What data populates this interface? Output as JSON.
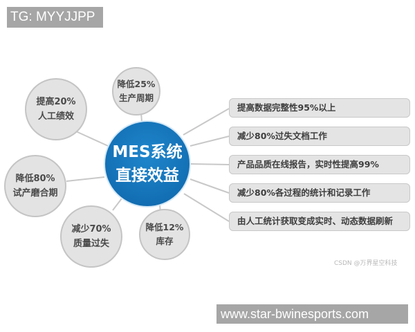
{
  "watermark_top": "TG: MYYJJPP",
  "center": {
    "line1": "MES系统",
    "line2": "直接效益"
  },
  "bubbles": [
    {
      "line1": "提高20%",
      "line2": "人工绩效"
    },
    {
      "line1": "降低25%",
      "line2": "生产周期"
    },
    {
      "line1": "降低80%",
      "line2": "试产磨合期"
    },
    {
      "line1": "减少70%",
      "line2": "质量过失"
    },
    {
      "line1": "降低12%",
      "line2": "库存"
    }
  ],
  "boxes": [
    {
      "label": "提高数据完整性95%以上"
    },
    {
      "label": "减少80%过失文档工作"
    },
    {
      "label": "产品品质在线报告，实时性提高99%"
    },
    {
      "label": "减少80%各过程的统计和记录工作"
    },
    {
      "label": "由人工统计获取变成实时、动态数据刷新"
    }
  ],
  "credit": "CSDN @万界星空科技",
  "watermark_bottom": "www.star-bwinesports.com",
  "colors": {
    "center_blue": "#136fb4",
    "bubble_fill": "#e3e3e3",
    "box_fill": "#e4e4e4",
    "line": "#c8c8c8",
    "watermark_bg": "#a6a6a6"
  }
}
